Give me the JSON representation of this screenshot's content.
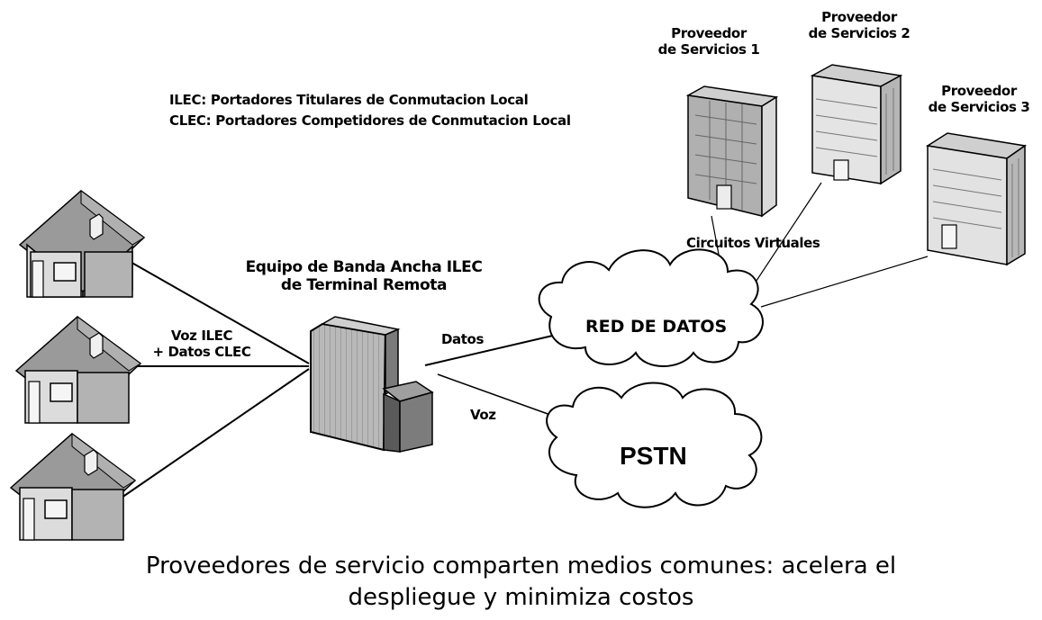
{
  "legend": {
    "ilec": "ILEC: Portadores Titulares de Conmutacion Local",
    "clec": "CLEC: Portadores Competidores de Conmutacion Local"
  },
  "providers": {
    "p1": [
      "Proveedor",
      "de Servicios 1"
    ],
    "p2": [
      "Proveedor",
      "de Servicios 2"
    ],
    "p3": [
      "Proveedor",
      "de Servicios 3"
    ]
  },
  "virtual_circuits": "Circuitos Virtuales",
  "terminal": [
    "Equipo de Banda Ancha ILEC",
    "de Terminal Remota"
  ],
  "home_link": [
    "Voz ILEC",
    "+ Datos CLEC"
  ],
  "links": {
    "datos": "Datos",
    "voz": "Voz"
  },
  "clouds": {
    "data_network": "RED DE DATOS",
    "pstn": "PSTN"
  },
  "caption": [
    "Proveedores de servicio comparten medios comunes: acelera el",
    "despliegue y minimiza costos"
  ]
}
